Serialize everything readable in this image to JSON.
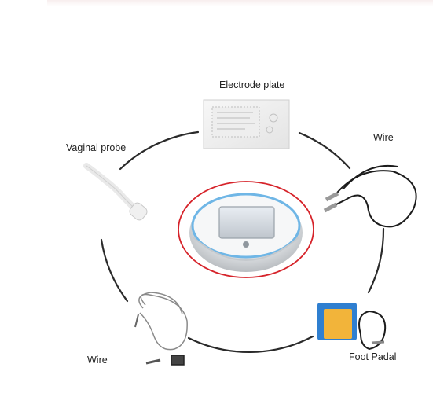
{
  "labels": {
    "electrode_plate": "Electrode plate",
    "wire_right": "Wire",
    "vaginal_probe": "Vaginal probe",
    "wire_left": "Wire",
    "foot_padal": "Foot Padal"
  },
  "colors": {
    "ring": "#2a2a2a",
    "highlight": "#d6232a",
    "device_glow": "#6fb6e6",
    "pedal_base": "#2f7fd0",
    "pedal_top": "#f2b43a"
  }
}
